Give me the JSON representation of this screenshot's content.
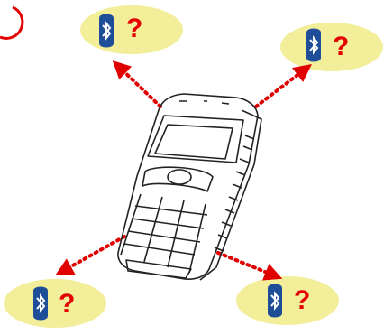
{
  "bubbles": [
    {
      "id": "top-left",
      "text": "?"
    },
    {
      "id": "top-right",
      "text": "?"
    },
    {
      "id": "bottom-left",
      "text": "?"
    },
    {
      "id": "bottom-right",
      "text": "?"
    }
  ],
  "icons": {
    "bluetooth": "bluetooth-icon",
    "phone": "mobile-phone-icon"
  },
  "colors": {
    "bubble_fill": "#f2ee9a",
    "bluetooth_blue": "#1f4e99",
    "question_red": "#e40000",
    "arrow_red": "#e00000",
    "corner_ring": "#e40000",
    "phone_line": "#222222"
  }
}
